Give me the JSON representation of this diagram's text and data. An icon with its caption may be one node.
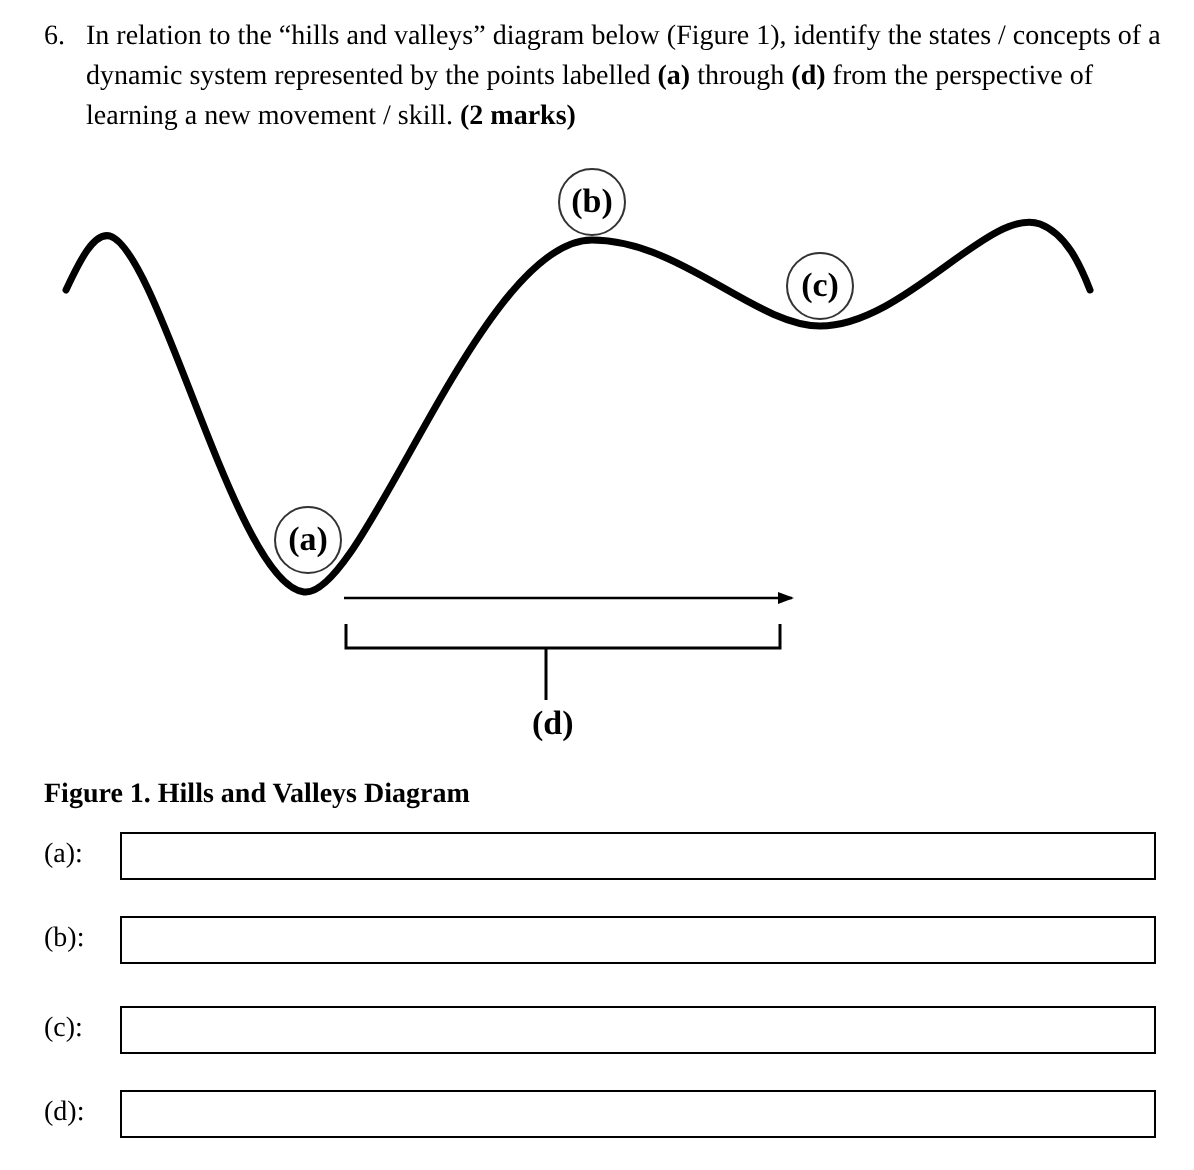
{
  "diagram": {
    "caption": "Figure 1. Hills and Valleys Diagram",
    "nodes": [
      {
        "text": [
          "(a)"
        ]
      },
      {
        "text": [
          "(b)"
        ]
      },
      {
        "text": [
          "(c)"
        ]
      }
    ],
    "edges": [],
    "labels": [
      "6.",
      "In relation to the “hills and valleys” diagram below (Figure 1), identify the states / concepts of a dynamic system represented by the points labelled **(a)** through **(d)** from the perspective of learning a new movement / skill. **(2 marks)**",
      "(d)",
      "(a):",
      "(b):",
      "(c):",
      "(d):"
    ]
  }
}
